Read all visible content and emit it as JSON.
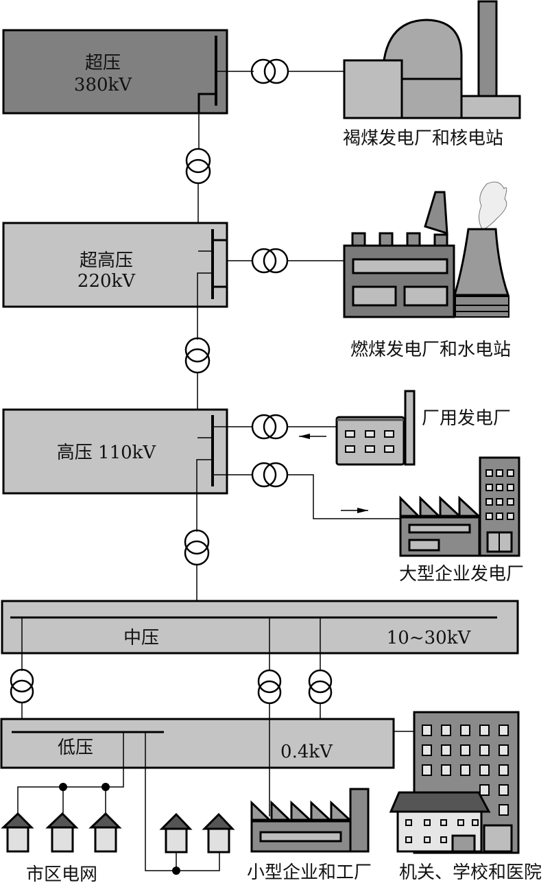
{
  "title": "电力系统电压等级与供电示意图",
  "colors": {
    "extra_high_box": "#808080",
    "box": "#c4c4c4",
    "building_dark": "#7a7a7a",
    "building_mid": "#9a9a9a",
    "building_light": "#bdbdbd",
    "window": "#e6e6e6"
  },
  "levels": [
    {
      "id": "380",
      "name": "超压",
      "voltage": "380kV"
    },
    {
      "id": "220",
      "name": "超高压",
      "voltage": "220kV"
    },
    {
      "id": "110",
      "name": "高压",
      "voltage": "110kV"
    },
    {
      "id": "mv",
      "name": "中压",
      "voltage": "10~30kV"
    },
    {
      "id": "lv",
      "name": "低压",
      "voltage": "0.4kV"
    }
  ],
  "facilities": {
    "lignite_nuclear": "褐煤发电厂和核电站",
    "coal_hydro": "燃煤发电厂和水电站",
    "plant_own": "厂用发电厂",
    "large_enterprise": "大型企业发电厂",
    "city_grid": "市区电网",
    "small_enterprise": "小型企业和工厂",
    "institutions": "机关、学校和医院"
  },
  "symbols": {
    "transformer": "transformer-icon",
    "arrow_in": "arrow-left-icon",
    "arrow_out": "arrow-right-icon"
  }
}
